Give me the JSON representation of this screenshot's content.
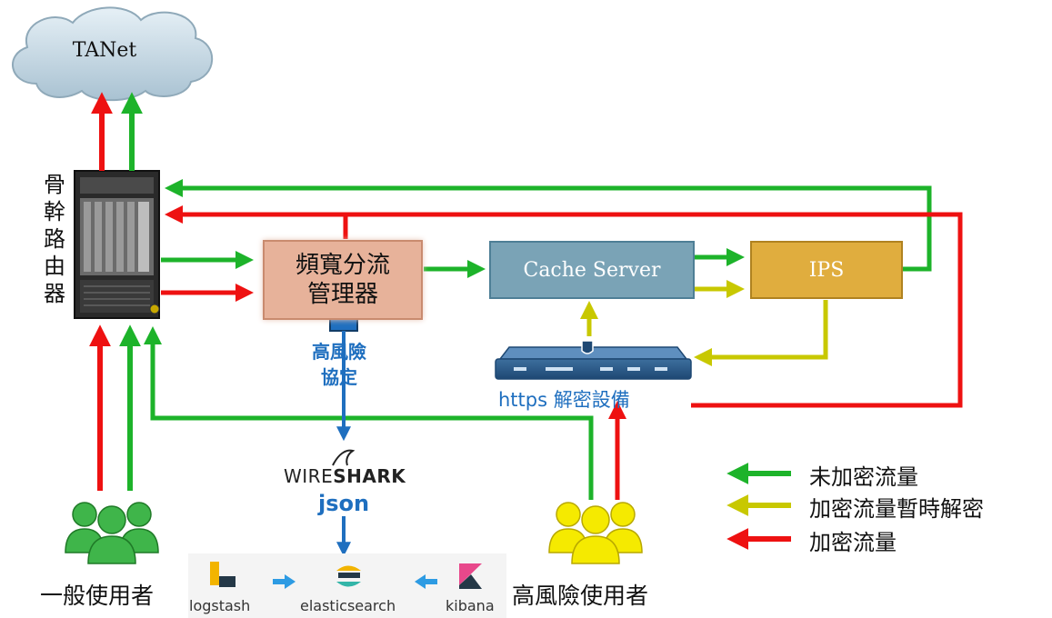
{
  "cloud": {
    "label": "TANet"
  },
  "router": {
    "label": "骨幹路由器"
  },
  "bandwidth_box": {
    "label": "頻寬分流管理器"
  },
  "cache_box": {
    "label": "Cache Server"
  },
  "ips_box": {
    "label": "IPS"
  },
  "https_device": {
    "label": "https 解密設備"
  },
  "risk_protocol": {
    "label": "高風險協定"
  },
  "wireshark": {
    "label_plain": "WIRE",
    "label_bold": "SHARK"
  },
  "json_label": "json",
  "elk": {
    "logstash": "logstash",
    "elasticsearch": "elasticsearch",
    "kibana": "kibana"
  },
  "users": {
    "general": "一般使用者",
    "high_risk": "高風險使用者"
  },
  "legend": [
    {
      "label": "未加密流量",
      "color": "#1db32a"
    },
    {
      "label": "加密流量暫時解密",
      "color": "#c8c800"
    },
    {
      "label": "加密流量",
      "color": "#ee1111"
    }
  ],
  "colors": {
    "green": "#1db32a",
    "red": "#ee1111",
    "yellow": "#c8c800",
    "blue": "#1f6fbf",
    "cache_fill": "#7aa3b6",
    "ips_fill": "#e0ad3e",
    "bandwidth_fill": "#e7b29a"
  }
}
